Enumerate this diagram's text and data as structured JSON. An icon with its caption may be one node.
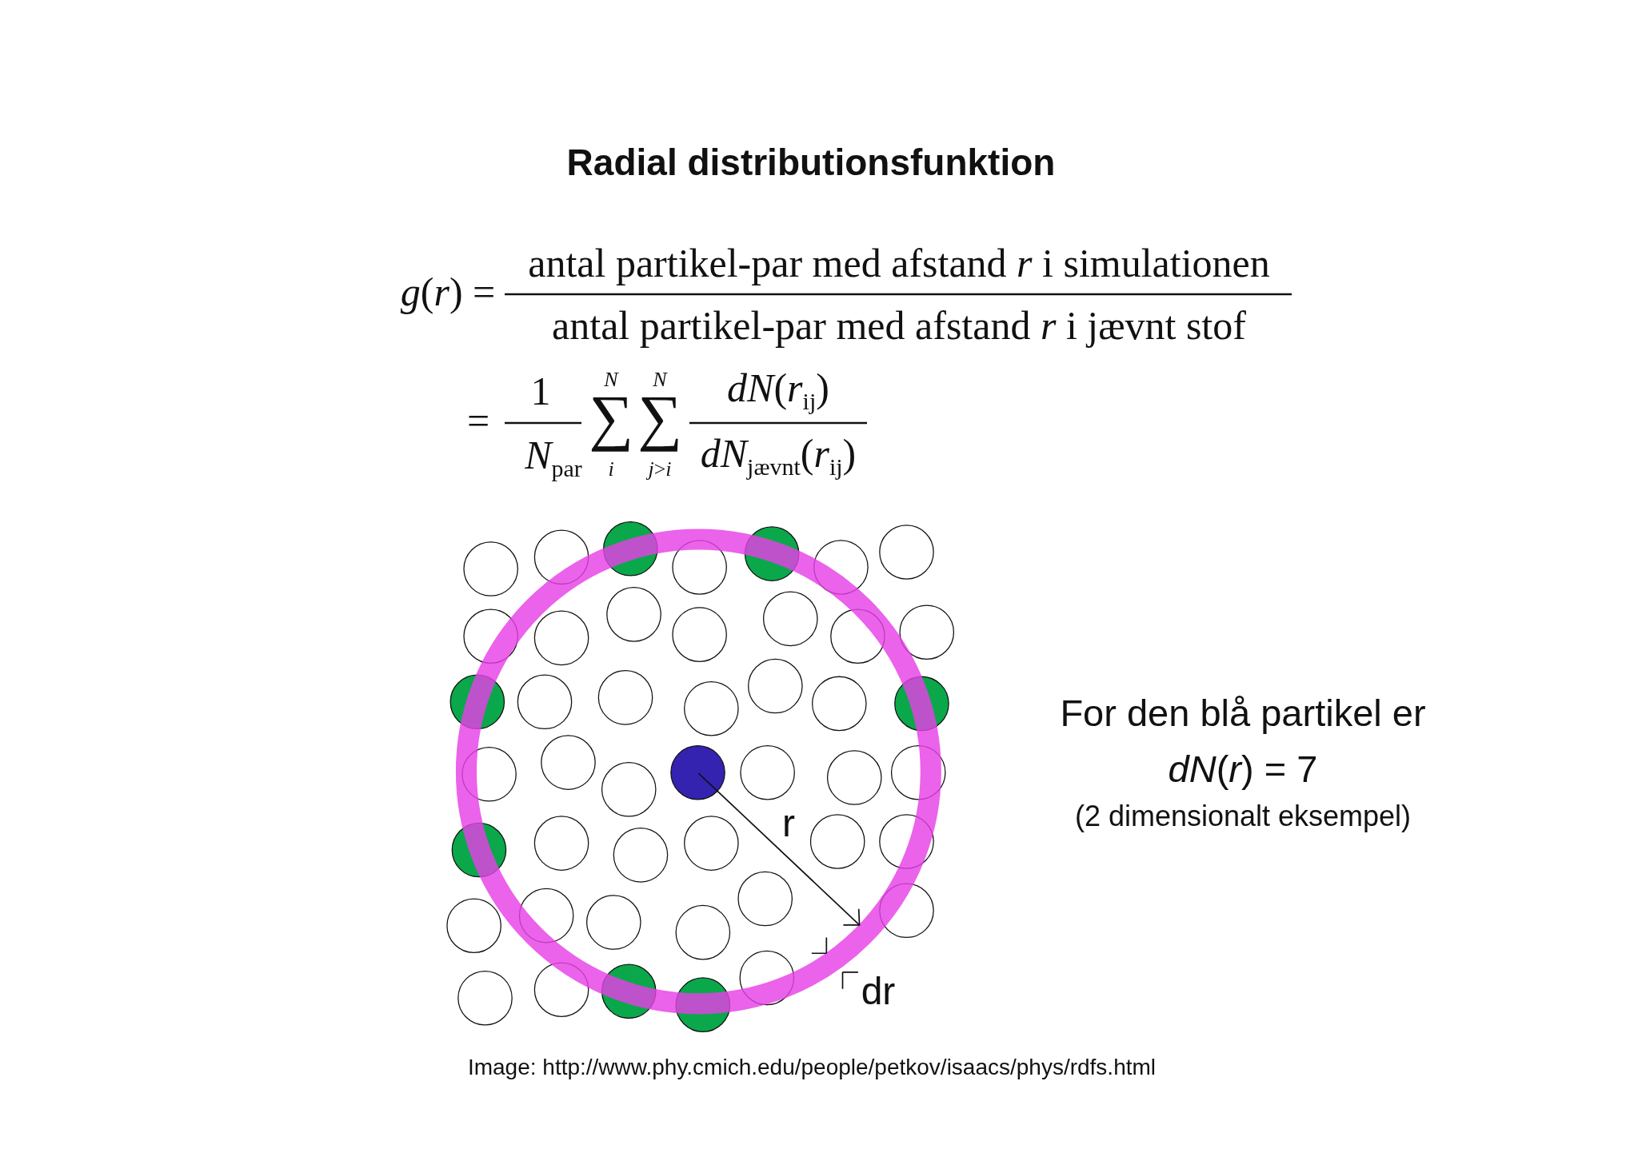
{
  "diagram": {
    "title": "Radial distributionsfunktion",
    "labels": [
      "*g*(*r*) =",
      "antal partikel-par med afstand *r* i simulationen",
      "antal partikel-par med afstand *r* i jævnt stof",
      "=",
      "1",
      "*N*$_{par}$",
      "∑",
      "∑",
      "*N*",
      "*N*",
      "*i*",
      "*j*>*i*",
      "*dN*(*r*$_{ij}$)",
      "*dN*$_{jævnt}$(*r*$_{ij}$)",
      "r",
      "dr",
      "For den blå partikel er",
      "*dN*(*r*) = 7",
      "(2 dimensionalt eksempel)",
      "Image: http://www.phy.cmich.edu/people/petkov/isaacs/phys/rdfs.html"
    ]
  }
}
